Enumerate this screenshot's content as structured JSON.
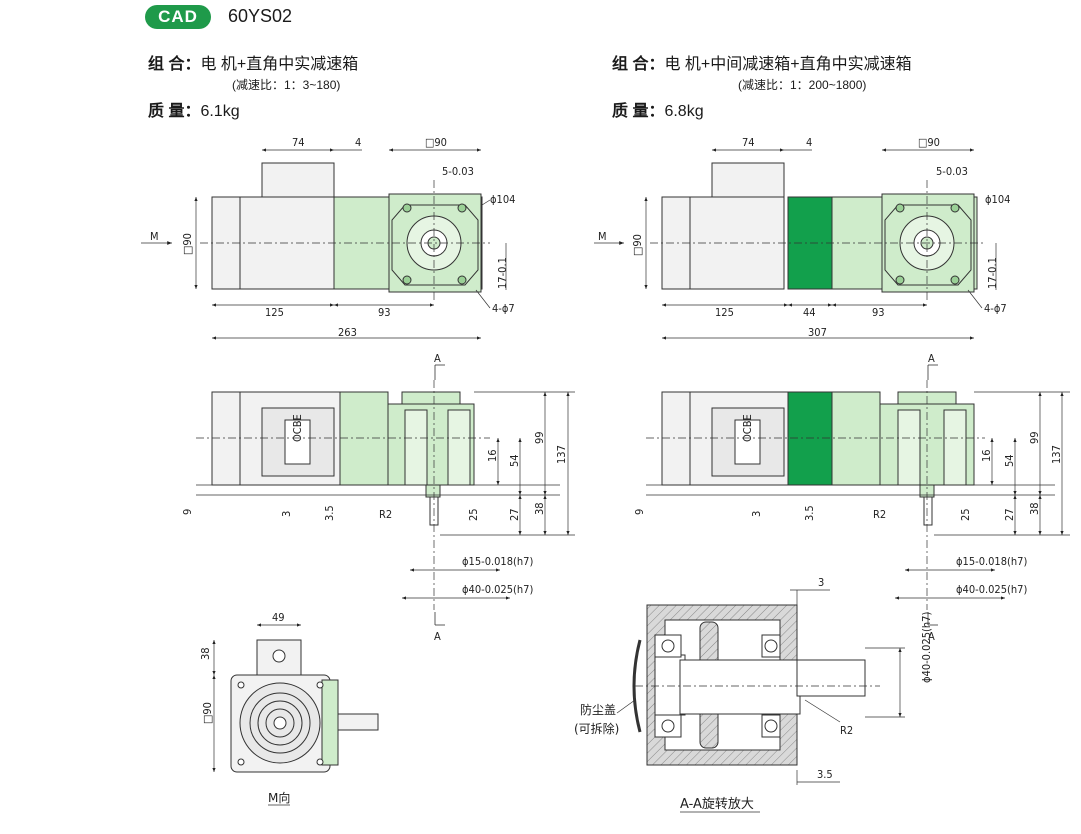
{
  "header": {
    "badge": "CAD",
    "model": "60YS02"
  },
  "left_spec": {
    "combo_label": "组 合：",
    "combo_value": "电 机+直角中实减速箱",
    "ratio": "(减速比：1：3~180)",
    "mass_label": "质 量：",
    "mass_value": "6.1kg"
  },
  "right_spec": {
    "combo_label": "组 合：",
    "combo_value": "电 机+中间减速箱+直角中实减速箱",
    "ratio": "(减速比：1：200~1800)",
    "mass_label": "质 量：",
    "mass_value": "6.8kg"
  },
  "dims": {
    "d74": "74",
    "d4": "4",
    "sq90": "□90",
    "tol5": "5-0.03",
    "phi104": "ϕ104",
    "sq90v": "□90",
    "tol17": "17-0.1",
    "hole": "4-ϕ7",
    "d125": "125",
    "d93": "93",
    "d263": "263",
    "d44": "44",
    "d307": "307",
    "m": "M",
    "sec_a": "A",
    "d16": "16",
    "d54": "54",
    "d99": "99",
    "d137": "137",
    "d9": "9",
    "d3": "3",
    "d35": "3.5",
    "r2": "R2",
    "d25": "25",
    "d27": "27",
    "d38": "38",
    "phi15": "ϕ15-0.018(h7)",
    "phi40": "ϕ40-0.025(h7)",
    "d49": "49",
    "d38b": "38"
  },
  "labels": {
    "m_view": "M向",
    "aa_view": "A-A旋转放大",
    "dust_cover": "防尘盖",
    "removable": "(可拆除)",
    "nameplate": "OCBE"
  },
  "colors": {
    "gearbox": "#cfeccb",
    "mid_box": "#12a04c",
    "motor": "#f2f2f2",
    "section": "#d9d9d9",
    "badge": "#1f9a4a"
  }
}
